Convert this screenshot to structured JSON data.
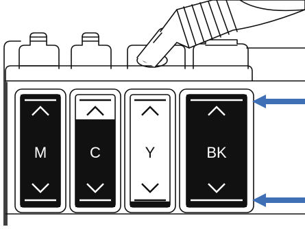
{
  "tanks": [
    {
      "label": "M",
      "ink_level": 1.0
    },
    {
      "label": "C",
      "ink_level": 0.78
    },
    {
      "label": "Y",
      "ink_level": 0.05
    },
    {
      "label": "BK",
      "ink_level": 1.0
    }
  ],
  "colors": {
    "stroke": "#111111",
    "ink": "#111111",
    "arrow": "#3f6fb5",
    "paper": "#ffffff"
  },
  "icons": {
    "upper_mark": "chevron-up-icon",
    "lower_mark": "chevron-down-icon",
    "pointer": "arrow-left-icon"
  }
}
